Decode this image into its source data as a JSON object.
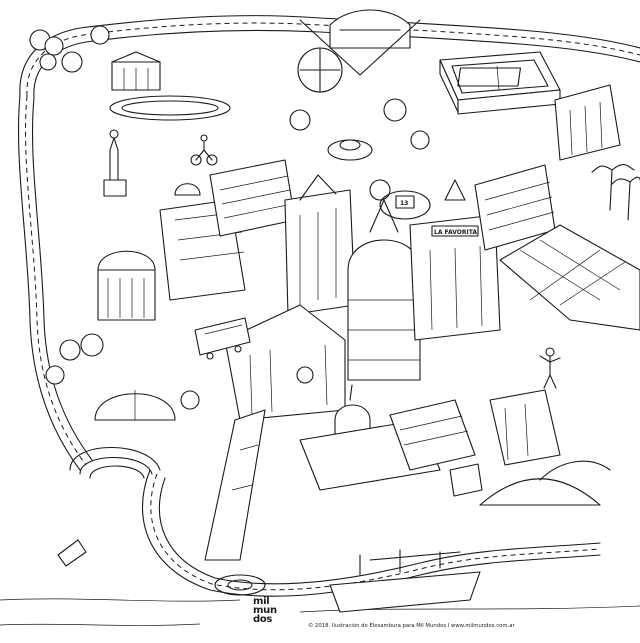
{
  "illustration": {
    "signs": {
      "la_favorita": "LA FAVORITA",
      "clock_number": "13"
    }
  },
  "footer": {
    "logo_lines": [
      "mil",
      "mun",
      "dos"
    ],
    "credit": "© 2018. Ilustración de Elesambura para Mil Mundos I www.milmundos.com.ar"
  },
  "colors": {
    "ink": "#1a1a1a",
    "paper": "#ffffff"
  }
}
